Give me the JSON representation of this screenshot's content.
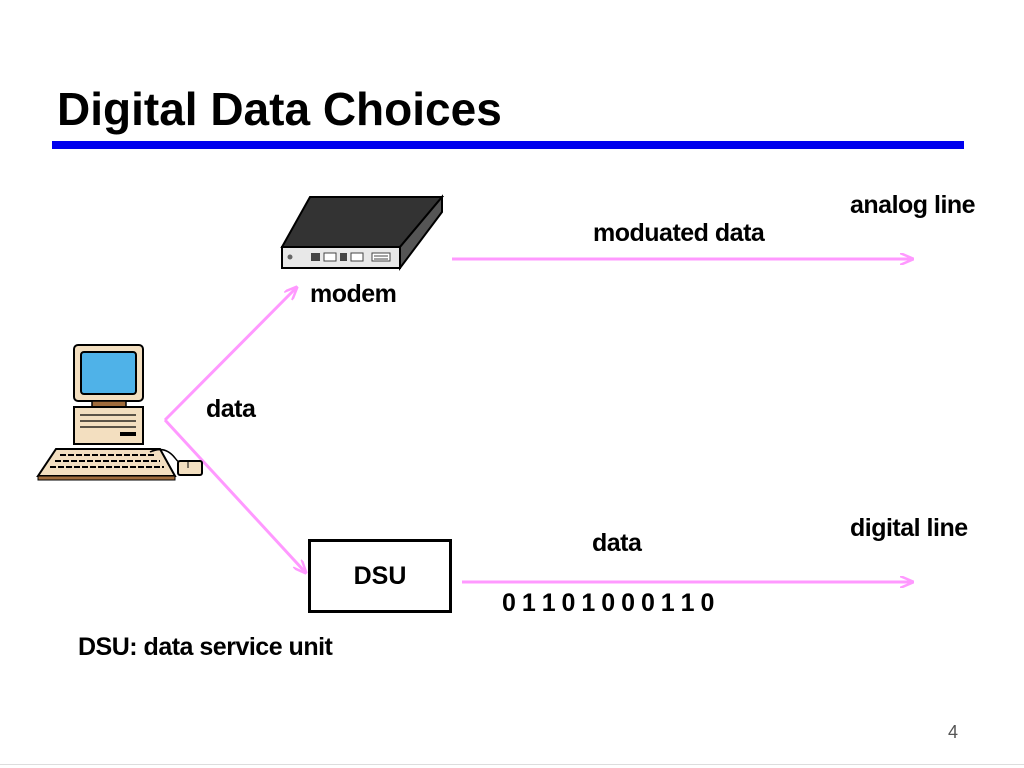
{
  "slide": {
    "title": "Digital Data Choices",
    "page_number": "4"
  },
  "diagram": {
    "modem_label": "modem",
    "data_label": "data",
    "modulated_label": "moduated data",
    "analog_line_label": "analog line",
    "dsu_box_label": "DSU",
    "digital_data_label": "data",
    "digital_line_label": "digital line",
    "bits": "0 1 1 0 1 0 0 0 1 1 0",
    "dsu_definition": "DSU: data service unit"
  },
  "colors": {
    "title_rule": "#0000ee",
    "arrow": "#ff99ff",
    "text": "#000000"
  },
  "icons": {
    "computer": "computer-icon",
    "modem": "modem-icon"
  }
}
